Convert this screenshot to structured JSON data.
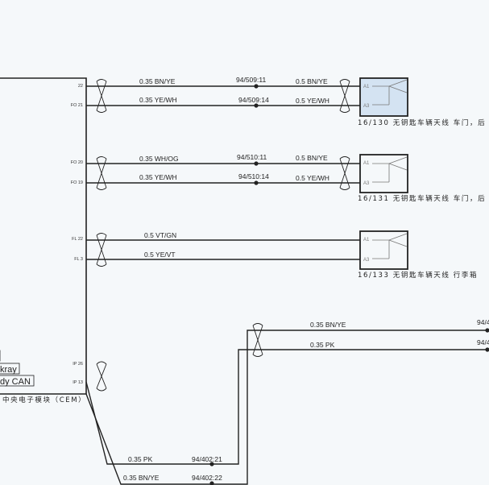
{
  "module": {
    "name": "中央电子模块（CEM）",
    "box_labels": [
      "kray",
      "dy CAN"
    ],
    "pins": [
      "22",
      "FO 21",
      "FO 20",
      "FO 19",
      "FL 22",
      "FL 3",
      "IP 26",
      "IP 13"
    ]
  },
  "circuits": [
    {
      "left_wires": [
        "0.35 BN/YE",
        "0.35 YE/WH"
      ],
      "splices": [
        "94/509:11",
        "94/509:14"
      ],
      "right_wires": [
        "0.5 BN/YE",
        "0.5 YE/WH"
      ],
      "pins": [
        "A1",
        "A3"
      ],
      "component": "16/130 无钥匙车辆天线 车门，后"
    },
    {
      "left_wires": [
        "0.35 WH/OG",
        "0.35 YE/WH"
      ],
      "splices": [
        "94/510:11",
        "94/510:14"
      ],
      "right_wires": [
        "0.5 BN/YE",
        "0.5 YE/WH"
      ],
      "pins": [
        "A1",
        "A3"
      ],
      "component": "16/131 无钥匙车辆天线 车门，后"
    },
    {
      "left_wires": [
        "0.5 VT/GN",
        "0.5 YE/VT"
      ],
      "pins": [
        "A1",
        "A3"
      ],
      "component": "16/133 无钥匙车辆天线 行李箱"
    }
  ],
  "bottom": {
    "wires": [
      "0.35 PK",
      "0.35 BN/YE"
    ],
    "splices": [
      "94/402:21",
      "94/402:22"
    ]
  },
  "right_branch": {
    "wires": [
      "0.35 BN/YE",
      "0.35 PK"
    ],
    "splices": [
      "94/4",
      "94/4"
    ]
  }
}
